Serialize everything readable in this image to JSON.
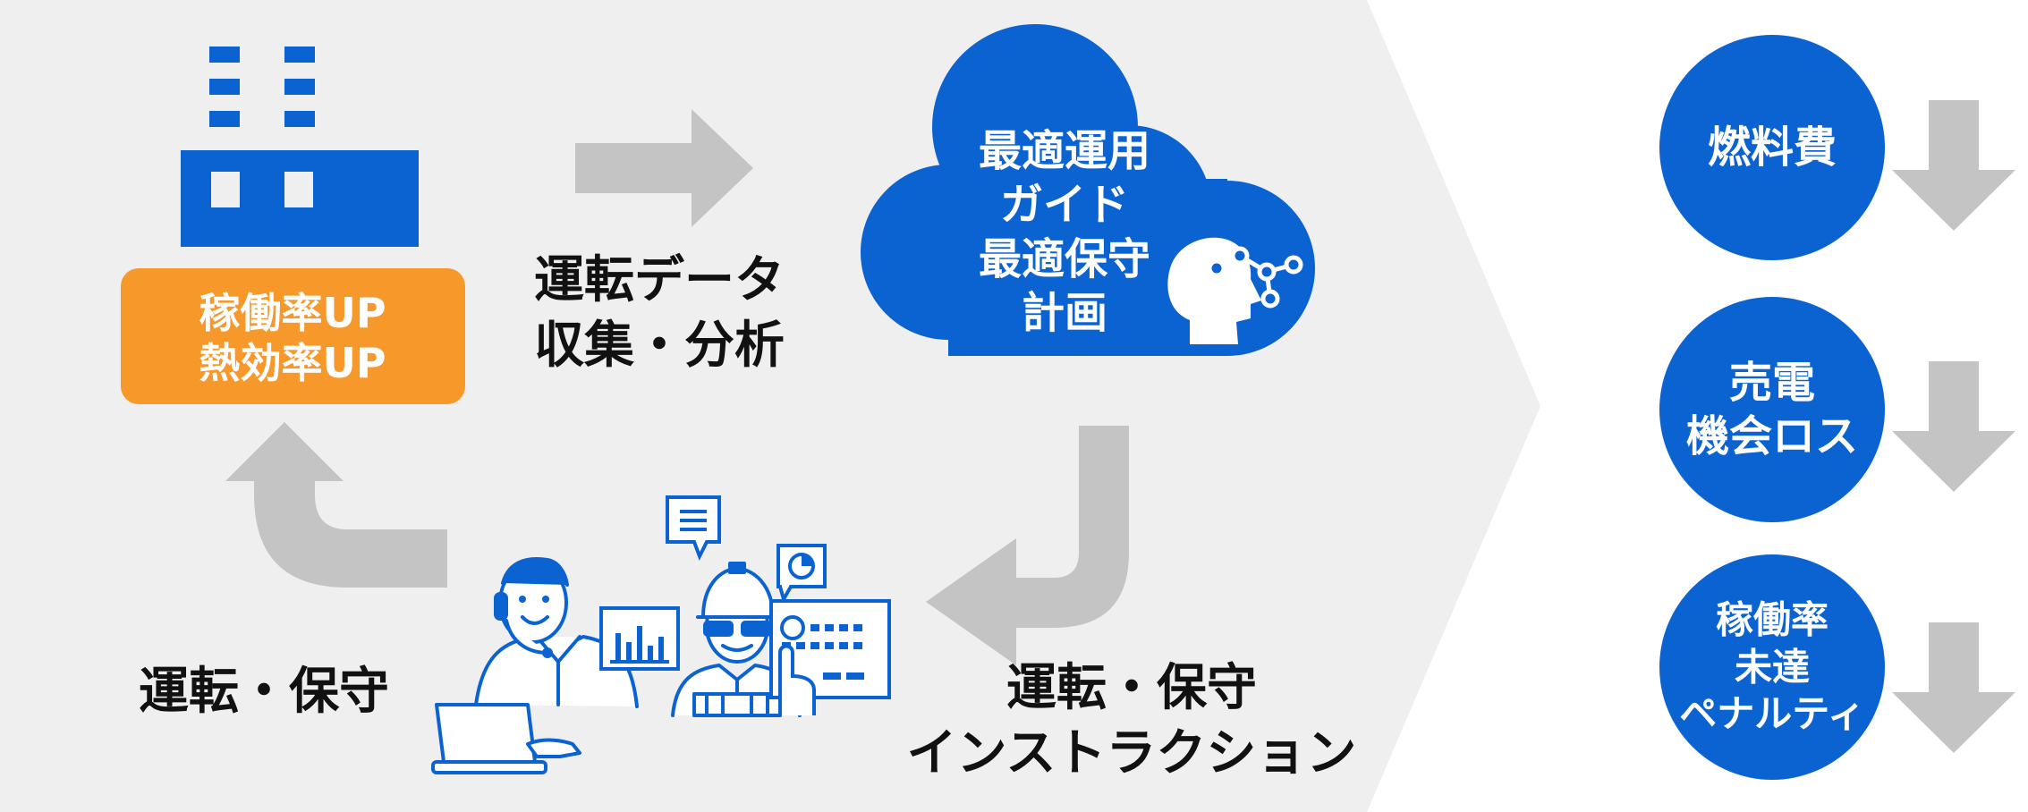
{
  "colors": {
    "background_shape": "#efefef",
    "blue": "#0b63d1",
    "orange": "#f7982b",
    "arrow_gray": "#c4c4c4",
    "text": "#111111"
  },
  "factory": {
    "icon": "factory-icon",
    "badge_line1": "稼働率UP",
    "badge_line2": "熱効率UP"
  },
  "data_collection": {
    "line1": "運転データ",
    "line2": "収集・分析"
  },
  "cloud": {
    "icon": "ai-head-icon",
    "line1": "最適運用",
    "line2": "ガイド",
    "line3": "最適保守",
    "line4": "計画"
  },
  "instructions": {
    "line1": "運転・保守",
    "line2": "インストラクション"
  },
  "operation": {
    "label": "運転・保守",
    "operator_icon": "operator-headset-icon",
    "engineer_icon": "engineer-helmet-icon"
  },
  "outcomes": [
    {
      "lines": [
        "燃料費"
      ],
      "arrow": "down-arrow-icon"
    },
    {
      "lines": [
        "売電",
        "機会ロス"
      ],
      "arrow": "down-arrow-icon"
    },
    {
      "lines": [
        "稼働率",
        "未達",
        "ペナルティ"
      ],
      "arrow": "down-arrow-icon"
    }
  ]
}
